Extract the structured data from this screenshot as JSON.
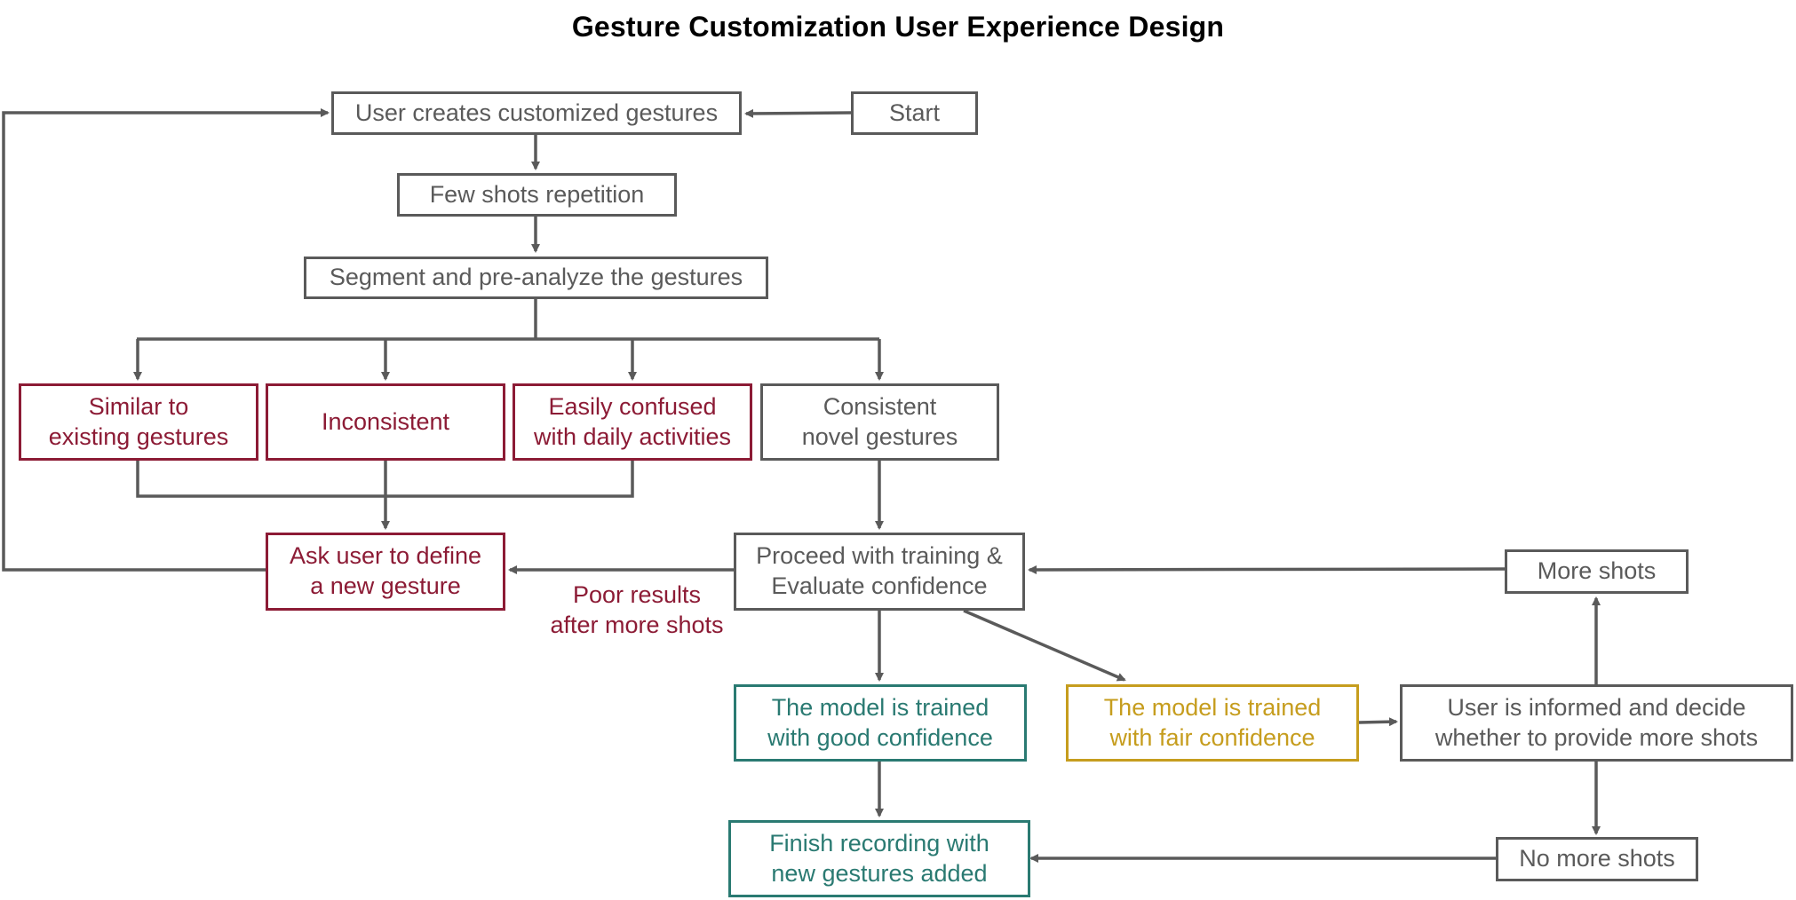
{
  "title": "Gesture Customization User Experience Design",
  "colors": {
    "neutral": "#5a5a5a",
    "red": "#8c1b35",
    "teal": "#2a7a72",
    "gold": "#c69d1e",
    "title": "#000000"
  },
  "nodes": {
    "user_creates": "User creates customized gestures",
    "start": "Start",
    "few_shots": "Few shots repetition",
    "segment": "Segment and pre-analyze the gestures",
    "similar": "Similar to\nexisting gestures",
    "inconsistent": "Inconsistent",
    "easily_confused": "Easily confused\nwith daily activities",
    "consistent": "Consistent\nnovel gestures",
    "ask_user": "Ask user to define\na new gesture",
    "proceed": "Proceed with training &\nEvaluate confidence",
    "more_shots": "More shots",
    "good_confidence": "The model is trained\nwith good confidence",
    "fair_confidence": "The model is trained\nwith fair confidence",
    "user_informed": "User is informed and decide\nwhether to provide more shots",
    "finish": "Finish recording with\nnew gestures added",
    "no_more_shots": "No more shots"
  },
  "edge_labels": {
    "poor_results": "Poor results\nafter more shots"
  }
}
